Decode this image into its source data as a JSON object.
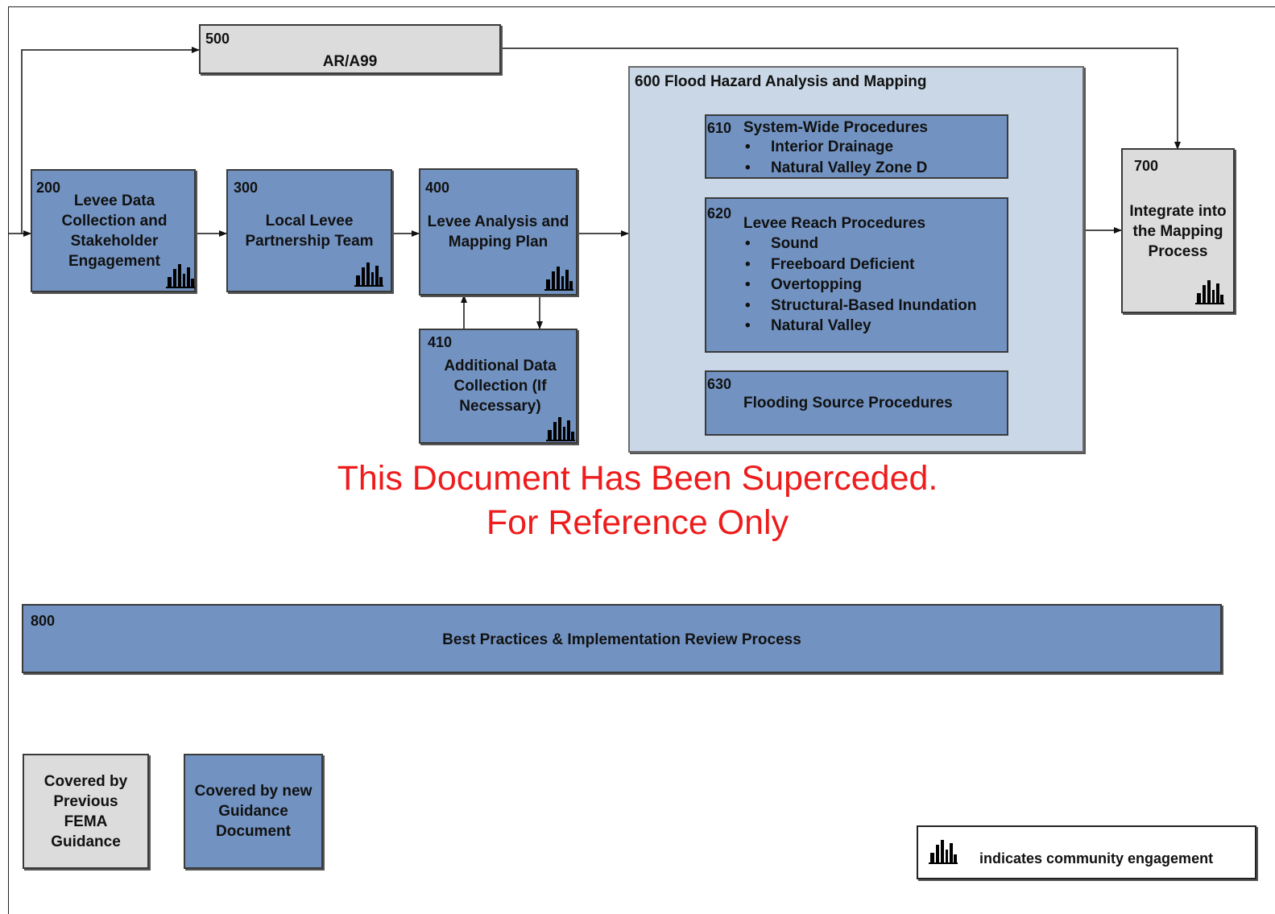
{
  "colors": {
    "new_guidance_blue": "#7293c2",
    "previous_guidance_grey": "#dcdcdc",
    "analysis_container": "#c9d7e6",
    "watermark_red": "#ee1c1c"
  },
  "box_500": {
    "num": "500",
    "title": "AR/A99"
  },
  "box_200": {
    "num": "200",
    "title": "Levee Data Collection and Stakeholder Engagement"
  },
  "box_300": {
    "num": "300",
    "title": "Local Levee Partnership Team"
  },
  "box_400": {
    "num": "400",
    "title": "Levee Analysis and Mapping Plan"
  },
  "box_410": {
    "num": "410",
    "title": "Additional Data Collection (If Necessary)"
  },
  "box_600": {
    "title": "600 Flood Hazard Analysis and Mapping",
    "sub_610": {
      "num": "610",
      "title": "System-Wide Procedures",
      "items": [
        "Interior Drainage",
        "Natural Valley Zone D"
      ]
    },
    "sub_620": {
      "num": "620",
      "title": "Levee Reach Procedures",
      "items": [
        "Sound",
        "Freeboard Deficient",
        "Overtopping",
        "Structural-Based Inundation",
        "Natural Valley"
      ]
    },
    "sub_630": {
      "num": "630",
      "title": "Flooding Source Procedures"
    }
  },
  "box_700": {
    "num": "700",
    "title": "Integrate into the Mapping Process"
  },
  "box_800": {
    "num": "800",
    "title": "Best Practices & Implementation Review Process"
  },
  "watermark": {
    "line1": "This Document Has Been Superceded.",
    "line2": "For Reference Only"
  },
  "legend": {
    "previous": "Covered by Previous FEMA Guidance",
    "new": "Covered by new Guidance Document",
    "engagement": "indicates community engagement",
    "engagement_icon": "community-engagement-icon"
  }
}
